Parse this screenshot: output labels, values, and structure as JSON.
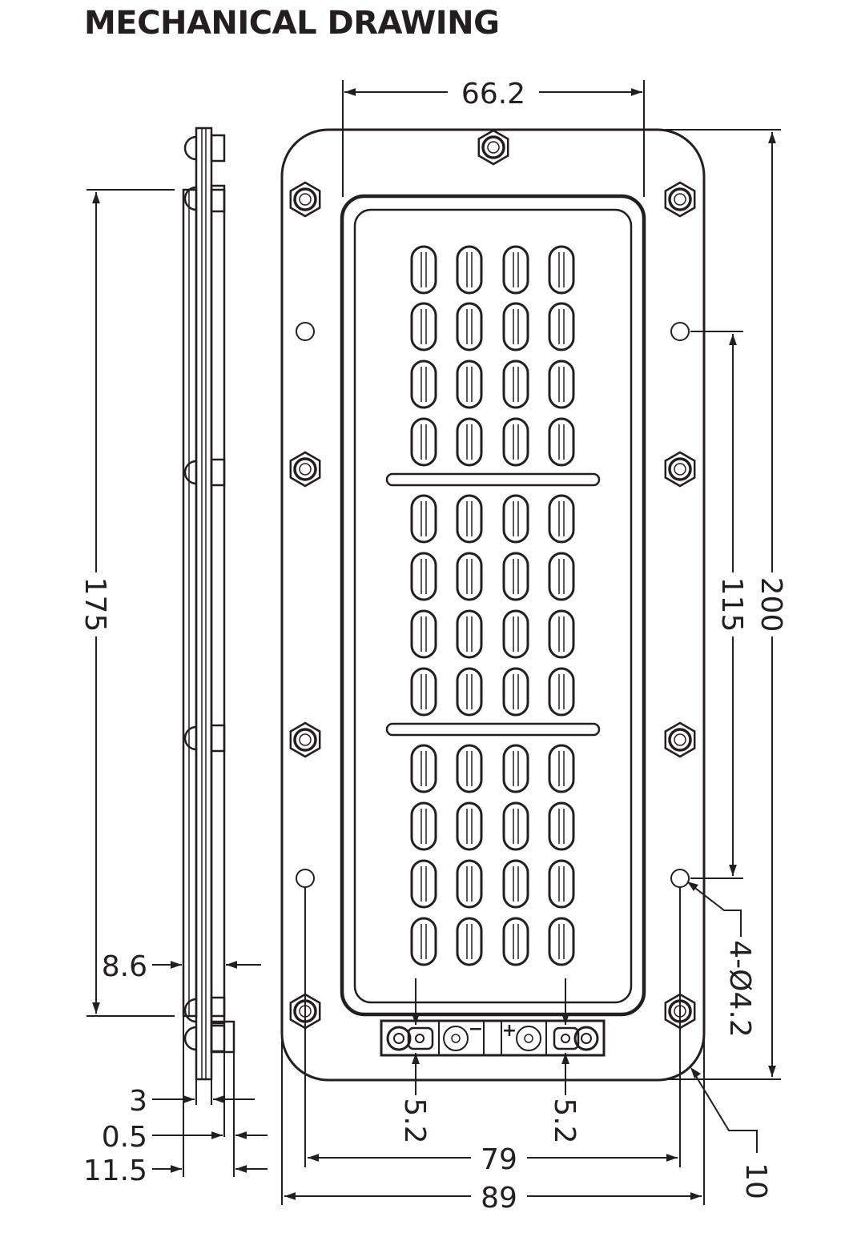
{
  "title": "MECHANICAL DRAWING",
  "dimensions": {
    "top_width": "66.2",
    "height_left": "175",
    "height_total": "200",
    "hole_spacing": "115",
    "holes": "4-Ø4.2",
    "thickness_86": "8.6",
    "thickness_3": "3",
    "thickness_05": "0.5",
    "thickness_115": "11.5",
    "terminal_left": "5.2",
    "terminal_right": "5.2",
    "width_79": "79",
    "width_89": "89",
    "corner_radius": "10"
  },
  "terminal_marks": {
    "minus": "−",
    "plus": "+"
  },
  "colors": {
    "line": "#231f20",
    "background": "#ffffff"
  }
}
